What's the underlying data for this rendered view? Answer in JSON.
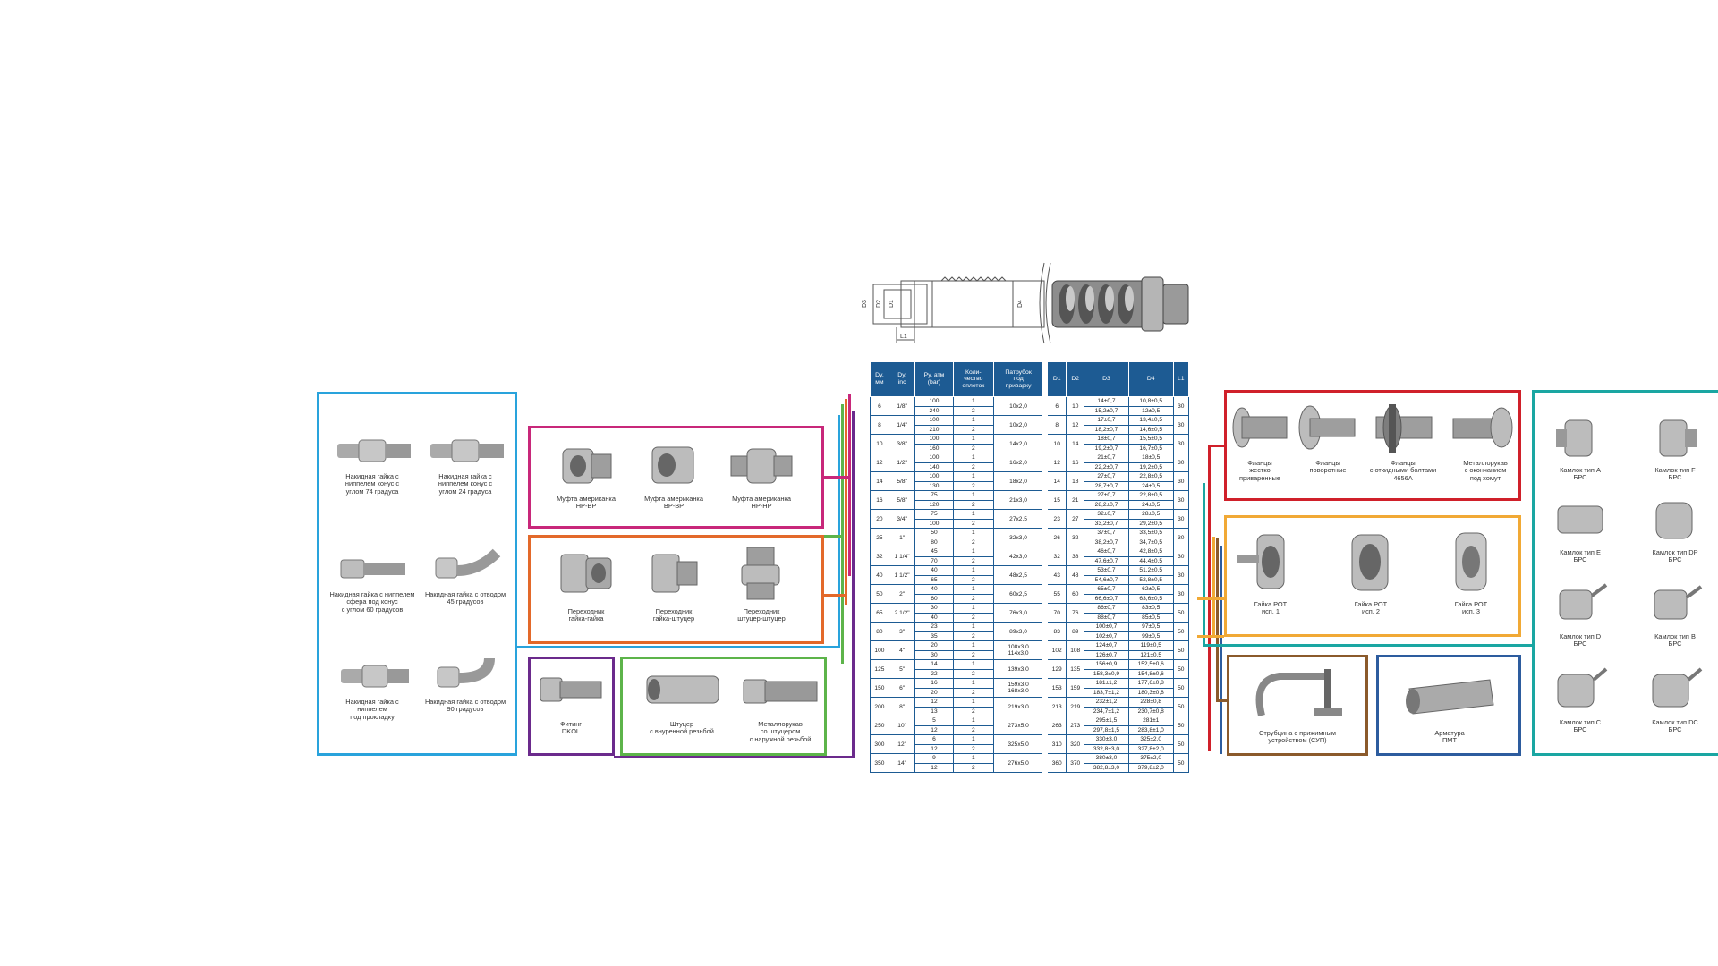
{
  "colors": {
    "blue": "#29a3dc",
    "pink": "#c8287a",
    "orange": "#e3692a",
    "purple": "#6b2a8c",
    "green": "#5db44a",
    "red": "#d0202a",
    "yellow": "#f1a935",
    "brown": "#8b5a2b",
    "navy": "#2d5c9e",
    "teal": "#1aa6a2",
    "table_header": "#1d5b93"
  },
  "drawing": {
    "labels": [
      "D3",
      "D2",
      "D1",
      "D4",
      "L1"
    ]
  },
  "boxes": {
    "blue": [
      [
        "Накидная гайка с",
        "ниппелем конус с",
        "углом 74 градуса"
      ],
      [
        "Накидная гайка с",
        "ниппелем конус с",
        "углом 24 градуса"
      ],
      [
        "Накидная гайка с ниппелем",
        "сфера под конус",
        "с углом 60 градусов"
      ],
      [
        "Накидная гайка с отводом",
        "45 градусов"
      ],
      [
        "Накидная гайка с",
        "ниппелем",
        "под прокладку"
      ],
      [
        "Накидная гайка с отводом",
        "90 градусов"
      ]
    ],
    "pink": [
      [
        "Муфта американка",
        "НР-ВР"
      ],
      [
        "Муфта американка",
        "ВР-ВР"
      ],
      [
        "Муфта американка",
        "НР-НР"
      ]
    ],
    "orange": [
      [
        "Переходник",
        "гайка-гайка"
      ],
      [
        "Переходник",
        "гайка-штуцер"
      ],
      [
        "Переходник",
        "штуцер-штуцер"
      ]
    ],
    "purple": [
      [
        "Фитинг",
        "DKOL"
      ]
    ],
    "green": [
      [
        "Штуцер",
        "с внуренной резьбой"
      ],
      [
        "Металлорукав",
        "со штуцером",
        "с наружной резьбой"
      ]
    ],
    "red": [
      [
        "Фланцы",
        "жестко",
        "приваренные"
      ],
      [
        "Фланцы",
        "поворотные"
      ],
      [
        "Фланцы",
        "с откидными болтами",
        "4656А"
      ],
      [
        "Металлорукав",
        "с окончанием",
        "под хомут"
      ]
    ],
    "yellow": [
      [
        "Гайка РОТ",
        "исп. 1"
      ],
      [
        "Гайка РОТ",
        "исп. 2"
      ],
      [
        "Гайка РОТ",
        "исп. 3"
      ]
    ],
    "brown": [
      [
        "Струбцина с прижимным",
        "устройством (СУП)"
      ]
    ],
    "navy": [
      [
        "Арматура",
        "ПМТ"
      ]
    ],
    "teal": [
      [
        "Камлок тип А",
        "БРС"
      ],
      [
        "Камлок тип F",
        "БРС"
      ],
      [
        "Камлок тип Е",
        "БРС"
      ],
      [
        "Камлок тип DP",
        "БРС"
      ],
      [
        "Камлок тип D",
        "БРС"
      ],
      [
        "Камлок тип B",
        "БРС"
      ],
      [
        "Камлок тип С",
        "БРС"
      ],
      [
        "Камлок тип DC",
        "БРС"
      ]
    ]
  },
  "table": {
    "headers_left": [
      "Dy,\nмм",
      "Dy,\ninc",
      "Py, атм\n(bar)",
      "Коли-\nчество\nоплеток",
      "Патрубок\nпод\nприварку"
    ],
    "headers_right": [
      "D1",
      "D2",
      "D3",
      "D4",
      "L1"
    ],
    "rows": [
      {
        "dy": "6",
        "inc": "1/8\"",
        "py": [
          "100",
          "240"
        ],
        "q": [
          "1",
          "2"
        ],
        "p": "10x2,0",
        "d1": "6",
        "d2": "10",
        "d3": [
          "14±0,7",
          "15,2±0,7"
        ],
        "d4": [
          "10,8±0,5",
          "12±0,5"
        ],
        "l1": "30"
      },
      {
        "dy": "8",
        "inc": "1/4\"",
        "py": [
          "100",
          "210"
        ],
        "q": [
          "1",
          "2"
        ],
        "p": "10x2,0",
        "d1": "8",
        "d2": "12",
        "d3": [
          "17±0,7",
          "18,2±0,7"
        ],
        "d4": [
          "13,4±0,5",
          "14,6±0,5"
        ],
        "l1": "30"
      },
      {
        "dy": "10",
        "inc": "3/8\"",
        "py": [
          "100",
          "160"
        ],
        "q": [
          "1",
          "2"
        ],
        "p": "14x2,0",
        "d1": "10",
        "d2": "14",
        "d3": [
          "18±0,7",
          "19,2±0,7"
        ],
        "d4": [
          "15,5±0,5",
          "16,7±0,5"
        ],
        "l1": "30"
      },
      {
        "dy": "12",
        "inc": "1/2\"",
        "py": [
          "100",
          "140"
        ],
        "q": [
          "1",
          "2"
        ],
        "p": "16x2,0",
        "d1": "12",
        "d2": "16",
        "d3": [
          "21±0,7",
          "22,2±0,7"
        ],
        "d4": [
          "18±0,5",
          "19,2±0,5"
        ],
        "l1": "30"
      },
      {
        "dy": "14",
        "inc": "5/8\"",
        "py": [
          "100",
          "130"
        ],
        "q": [
          "1",
          "2"
        ],
        "p": "18x2,0",
        "d1": "14",
        "d2": "18",
        "d3": [
          "27±0,7",
          "28,7±0,7"
        ],
        "d4": [
          "22,8±0,5",
          "24±0,5"
        ],
        "l1": "30"
      },
      {
        "dy": "16",
        "inc": "5/8\"",
        "py": [
          "75",
          "120"
        ],
        "q": [
          "1",
          "2"
        ],
        "p": "21x3,0",
        "d1": "15",
        "d2": "21",
        "d3": [
          "27±0,7",
          "28,2±0,7"
        ],
        "d4": [
          "22,8±0,5",
          "24±0,5"
        ],
        "l1": "30"
      },
      {
        "dy": "20",
        "inc": "3/4\"",
        "py": [
          "75",
          "100"
        ],
        "q": [
          "1",
          "2"
        ],
        "p": "27x2,5",
        "d1": "23",
        "d2": "27",
        "d3": [
          "32±0,7",
          "33,2±0,7"
        ],
        "d4": [
          "28±0,5",
          "29,2±0,5"
        ],
        "l1": "30"
      },
      {
        "dy": "25",
        "inc": "1\"",
        "py": [
          "50",
          "80"
        ],
        "q": [
          "1",
          "2"
        ],
        "p": "32x3,0",
        "d1": "26",
        "d2": "32",
        "d3": [
          "37±0,7",
          "38,2±0,7"
        ],
        "d4": [
          "33,5±0,5",
          "34,7±0,5"
        ],
        "l1": "30"
      },
      {
        "dy": "32",
        "inc": "1 1/4\"",
        "py": [
          "45",
          "70"
        ],
        "q": [
          "1",
          "2"
        ],
        "p": "42x3,0",
        "d1": "32",
        "d2": "38",
        "d3": [
          "46±0,7",
          "47,6±0,7"
        ],
        "d4": [
          "42,8±0,5",
          "44,4±0,5"
        ],
        "l1": "30"
      },
      {
        "dy": "40",
        "inc": "1 1/2\"",
        "py": [
          "40",
          "65"
        ],
        "q": [
          "1",
          "2"
        ],
        "p": "48x2,5",
        "d1": "43",
        "d2": "48",
        "d3": [
          "53±0,7",
          "54,6±0,7"
        ],
        "d4": [
          "51,2±0,5",
          "52,8±0,5"
        ],
        "l1": "30"
      },
      {
        "dy": "50",
        "inc": "2\"",
        "py": [
          "40",
          "60"
        ],
        "q": [
          "1",
          "2"
        ],
        "p": "60x2,5",
        "d1": "55",
        "d2": "60",
        "d3": [
          "65±0,7",
          "66,6±0,7"
        ],
        "d4": [
          "62±0,5",
          "63,6±0,5"
        ],
        "l1": "30"
      },
      {
        "dy": "65",
        "inc": "2 1/2\"",
        "py": [
          "30",
          "40"
        ],
        "q": [
          "1",
          "2"
        ],
        "p": "76x3,0",
        "d1": "70",
        "d2": "76",
        "d3": [
          "86±0,7",
          "88±0,7"
        ],
        "d4": [
          "83±0,5",
          "85±0,5"
        ],
        "l1": "50"
      },
      {
        "dy": "80",
        "inc": "3\"",
        "py": [
          "23",
          "35"
        ],
        "q": [
          "1",
          "2"
        ],
        "p": "89x3,0",
        "d1": "83",
        "d2": "89",
        "d3": [
          "100±0,7",
          "102±0,7"
        ],
        "d4": [
          "97±0,5",
          "99±0,5"
        ],
        "l1": "50"
      },
      {
        "dy": "100",
        "inc": "4\"",
        "py": [
          "20",
          "30"
        ],
        "q": [
          "1",
          "2"
        ],
        "p": "108x3,0\n114x3,0",
        "d1": "102",
        "d2": "108",
        "d3": [
          "124±0,7",
          "126±0,7"
        ],
        "d4": [
          "119±0,5",
          "121±0,5"
        ],
        "l1": "50"
      },
      {
        "dy": "125",
        "inc": "5\"",
        "py": [
          "14",
          "22"
        ],
        "q": [
          "1",
          "2"
        ],
        "p": "139x3,0",
        "d1": "129",
        "d2": "135",
        "d3": [
          "156±0,9",
          "158,3±0,9"
        ],
        "d4": [
          "152,5±0,6",
          "154,8±0,6"
        ],
        "l1": "50"
      },
      {
        "dy": "150",
        "inc": "6\"",
        "py": [
          "16",
          "20"
        ],
        "q": [
          "1",
          "2"
        ],
        "p": "159x3,0\n168x3,0",
        "d1": "153",
        "d2": "159",
        "d3": [
          "181±1,2",
          "183,7±1,2"
        ],
        "d4": [
          "177,6±0,8",
          "180,3±0,8"
        ],
        "l1": "50"
      },
      {
        "dy": "200",
        "inc": "8\"",
        "py": [
          "12",
          "13"
        ],
        "q": [
          "1",
          "2"
        ],
        "p": "219x3,0",
        "d1": "213",
        "d2": "219",
        "d3": [
          "232±1,2",
          "234,7±1,2"
        ],
        "d4": [
          "228±0,8",
          "230,7±0,8"
        ],
        "l1": "50"
      },
      {
        "dy": "250",
        "inc": "10\"",
        "py": [
          "5",
          "12"
        ],
        "q": [
          "1",
          "2"
        ],
        "p": "273x5,0",
        "d1": "263",
        "d2": "273",
        "d3": [
          "295±1,5",
          "297,8±1,5"
        ],
        "d4": [
          "281±1",
          "283,8±1,0"
        ],
        "l1": "50"
      },
      {
        "dy": "300",
        "inc": "12\"",
        "py": [
          "6",
          "12"
        ],
        "q": [
          "1",
          "2"
        ],
        "p": "325x5,0",
        "d1": "310",
        "d2": "320",
        "d3": [
          "330±3,0",
          "332,8±3,0"
        ],
        "d4": [
          "325±2,0",
          "327,8±2,0"
        ],
        "l1": "50"
      },
      {
        "dy": "350",
        "inc": "14\"",
        "py": [
          "9",
          "12"
        ],
        "q": [
          "1",
          "2"
        ],
        "p": "276x5,0",
        "d1": "360",
        "d2": "370",
        "d3": [
          "380±3,0",
          "382,8±3,0"
        ],
        "d4": [
          "375±2,0",
          "379,8±2,0"
        ],
        "l1": "50"
      }
    ]
  }
}
